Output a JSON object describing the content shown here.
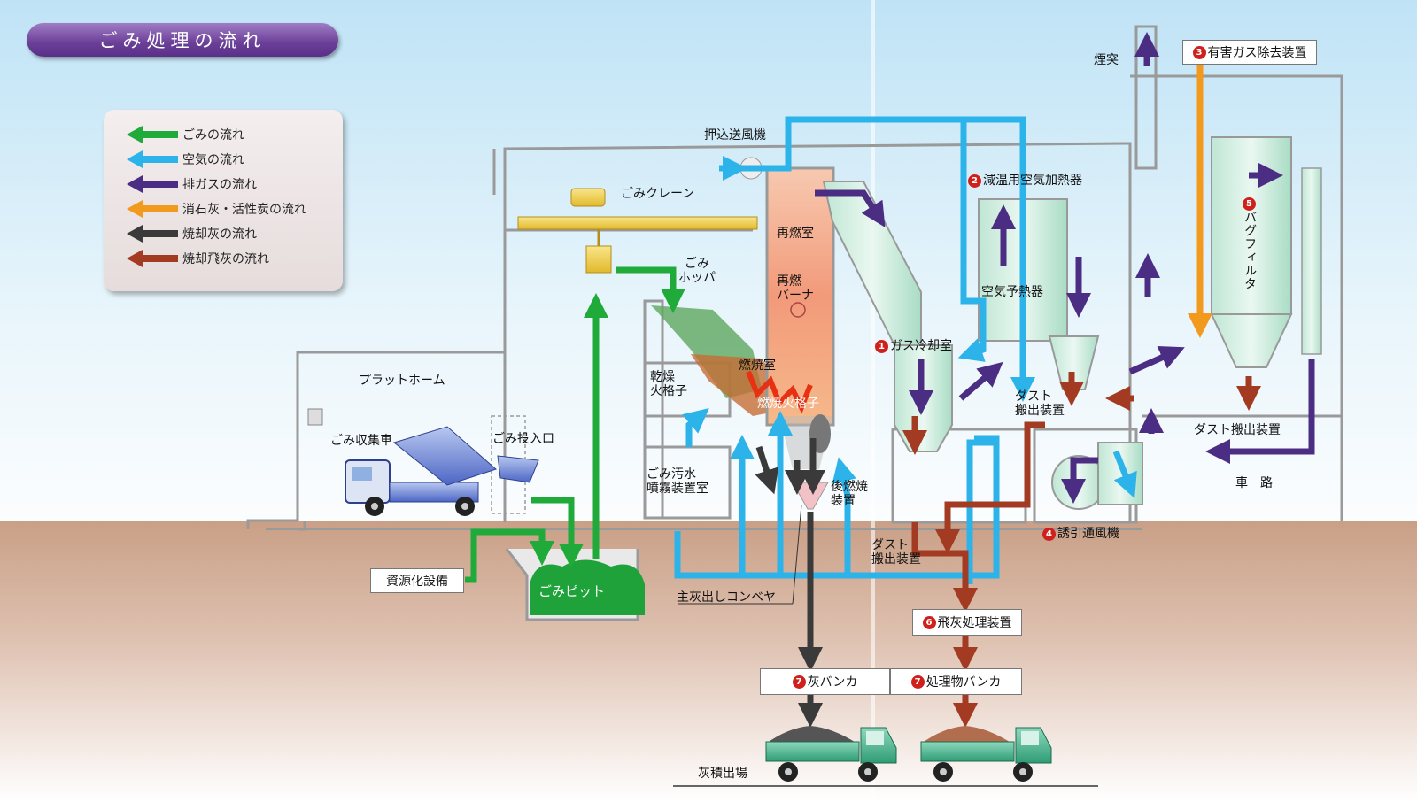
{
  "title": "ごみ処理の流れ",
  "legend": [
    {
      "label": "ごみの流れ",
      "color": "#1faa3a"
    },
    {
      "label": "空気の流れ",
      "color": "#2cb3ea"
    },
    {
      "label": "排ガスの流れ",
      "color": "#4b2e83"
    },
    {
      "label": "消石灰・活性炭の流れ",
      "color": "#f29a1d"
    },
    {
      "label": "焼却灰の流れ",
      "color": "#3a3a3a"
    },
    {
      "label": "焼却飛灰の流れ",
      "color": "#a33b22"
    }
  ],
  "labels": {
    "platform": "プラットホーム",
    "collection_truck": "ごみ収集車",
    "inlet": "ごみ投入口",
    "recycling": "資源化設備",
    "pit": "ごみピット",
    "crane": "ごみクレーン",
    "hopper": "ごみ\nホッパ",
    "dry_grate": "乾燥\n火格子",
    "wastewater": "ごみ汚水\n噴霧装置室",
    "forced_fan": "押込送風機",
    "reburn_chamber": "再燃室",
    "reburn_burner": "再燃\nバーナ",
    "combustion_chamber": "燃焼室",
    "combustion_grate": "燃焼火格子",
    "post_combustion": "後燃焼\n装置",
    "main_conveyor": "主灰出しコンベヤ",
    "dust_out_1": "ダスト\n搬出装置",
    "gas_cooler_num": "1",
    "gas_cooler": "ガス冷却室",
    "air_heater_num": "2",
    "air_heater": "減温用空気加熱器",
    "air_preheater": "空気予熱器",
    "dust_out_2": "ダスト\n搬出装置",
    "induced_fan_num": "4",
    "induced_fan": "誘引通風機",
    "chimney": "煙突",
    "harmful_gas_num": "3",
    "harmful_gas": "有害ガス除去装置",
    "bag_filter_num": "5",
    "bag_filter": "バグフィルタ",
    "dust_out_3": "ダスト搬出装置",
    "road": "車　路",
    "fly_ash_num": "6",
    "fly_ash_treatment": "飛灰処理装置",
    "ash_bunker_num": "7",
    "ash_bunker": "灰バンカ",
    "treated_bunker_num": "7",
    "treated_bunker": "処理物バンカ",
    "ash_yard": "灰積出場"
  }
}
